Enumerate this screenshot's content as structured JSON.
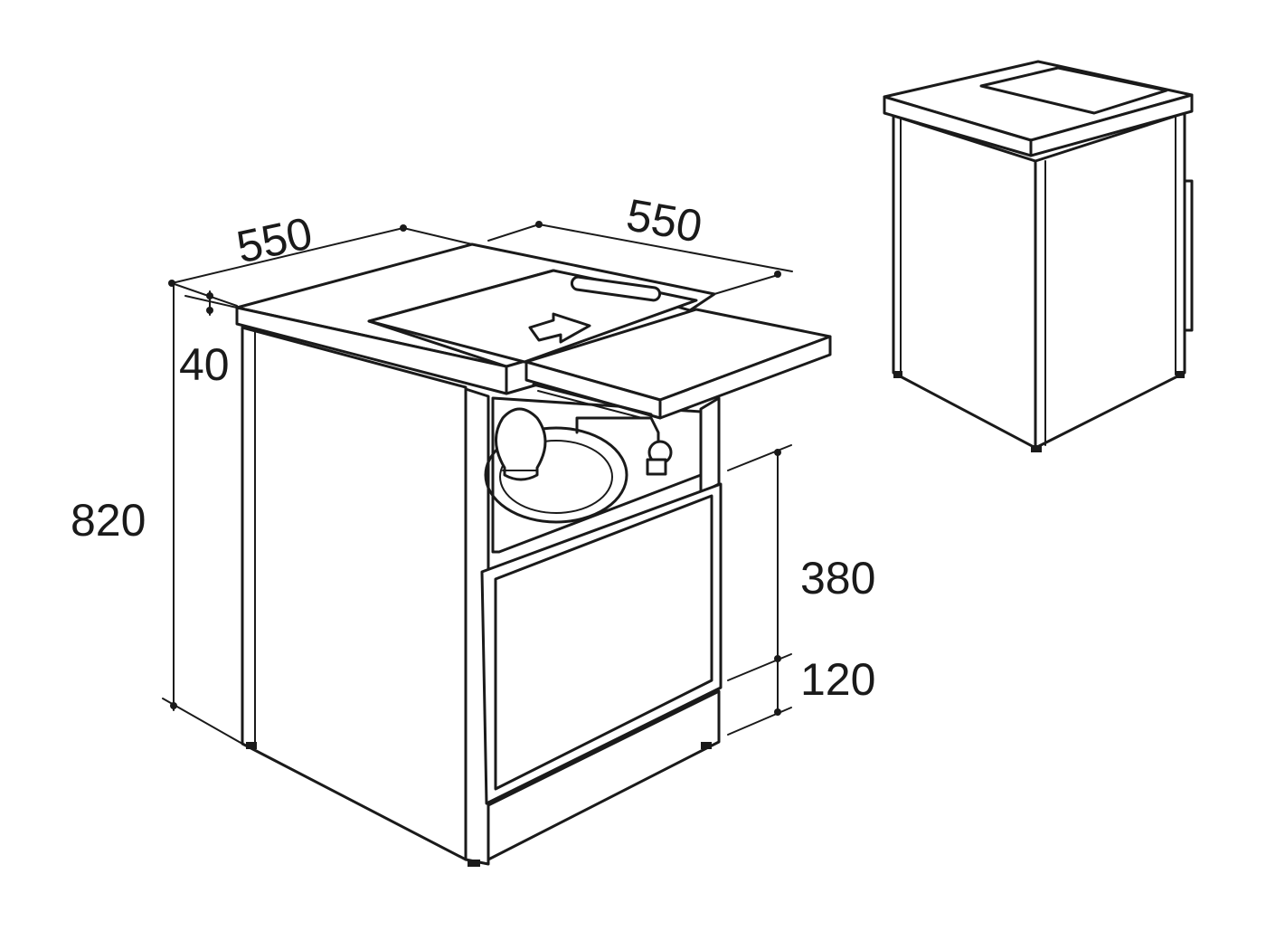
{
  "dimensions": {
    "width_left": "550",
    "width_right": "550",
    "top_thickness": "40",
    "total_height": "820",
    "door_height": "380",
    "plinth_height": "120"
  }
}
